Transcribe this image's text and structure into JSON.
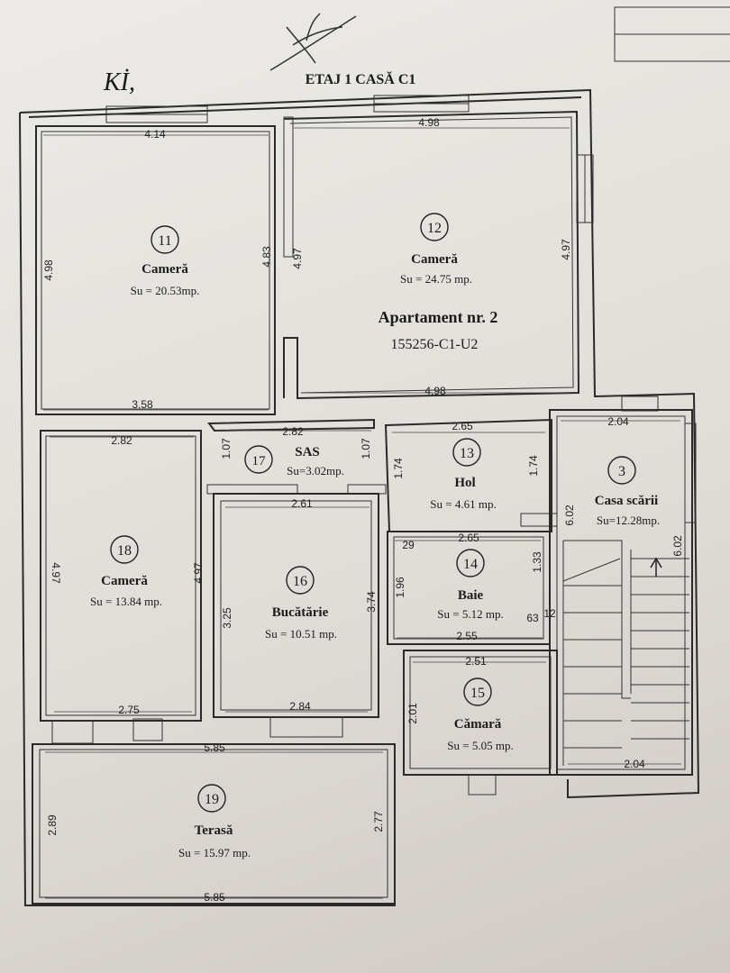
{
  "title": "ETAJ 1 CASĂ C1",
  "apartment": {
    "name": "Apartament nr. 2",
    "code": "155256-C1-U2"
  },
  "rooms": {
    "r11": {
      "num": "11",
      "name": "Cameră",
      "area": "Su = 20.53mp."
    },
    "r12": {
      "num": "12",
      "name": "Cameră",
      "area": "Su = 24.75 mp."
    },
    "r17": {
      "num": "17",
      "name": "SAS",
      "area": "Su=3.02mp."
    },
    "r13": {
      "num": "13",
      "name": "Hol",
      "area": "Su = 4.61 mp."
    },
    "r3": {
      "num": "3",
      "name": "Casa scării",
      "area": "Su=12.28mp."
    },
    "r18": {
      "num": "18",
      "name": "Cameră",
      "area": "Su = 13.84 mp."
    },
    "r16": {
      "num": "16",
      "name": "Bucătărie",
      "area": "Su = 10.51 mp."
    },
    "r14": {
      "num": "14",
      "name": "Baie",
      "area": "Su = 5.12 mp."
    },
    "r15": {
      "num": "15",
      "name": "Cămară",
      "area": "Su = 5.05 mp."
    },
    "r19": {
      "num": "19",
      "name": "Terasă",
      "area": "Su = 15.97 mp."
    }
  },
  "dims": {
    "d1": "4.14",
    "d2": "4.98",
    "d3": "4.98",
    "d4": "4.83",
    "d5": "4.97",
    "d6": "4.97",
    "d7": "3.58",
    "d8": "4.98",
    "d9": "2.82",
    "d10": "2.82",
    "d11": "2.65",
    "d12": "2.04",
    "d13": "1.07",
    "d14": "1.07",
    "d15": "1.74",
    "d16": "1.74",
    "d17": "2.61",
    "d18": "4.97",
    "d19": "4.97",
    "d20": "6.02",
    "d21": "6.02",
    "d22": "2.65",
    "d23": "29",
    "d24": "1.96",
    "d25": "1.33",
    "d26": "3.25",
    "d27": "3.74",
    "d28": "2.55",
    "d29": "63",
    "d30": "12",
    "d31": "2.51",
    "d32": "2.01",
    "d33": "2.75",
    "d34": "2.84",
    "d35": "5.85",
    "d36": "2.89",
    "d37": "2.77",
    "d38": "5.85",
    "d39": "2.04"
  },
  "annotations": {
    "scribble": "Kİ,"
  }
}
